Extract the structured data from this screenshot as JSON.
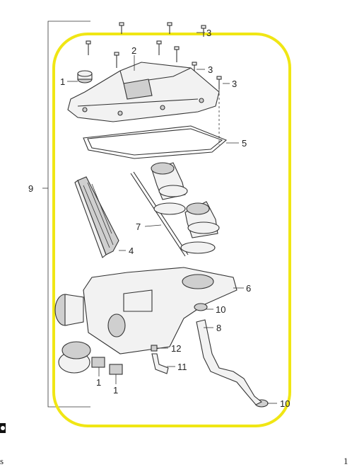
{
  "callouts": {
    "c1_top": "1",
    "c2": "2",
    "c3_a": "3",
    "c3_b": "3",
    "c3_c": "3",
    "c4": "4",
    "c5": "5",
    "c6": "6",
    "c7": "7",
    "c8": "8",
    "c9": "9",
    "c10_a": "10",
    "c10_b": "10",
    "c11": "11",
    "c12": "12",
    "c1_b1": "1",
    "c1_b2": "1"
  },
  "highlight": {
    "color": "#f0e614"
  },
  "footer": {
    "left": "s",
    "right": "1"
  }
}
